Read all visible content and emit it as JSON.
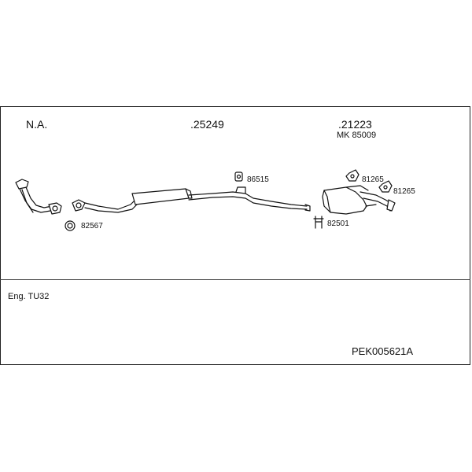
{
  "parts": {
    "na_label": "N.A.",
    "center_pipe": ".25249",
    "rear_silencer": ".21223",
    "mounting_kit": "MK 85009",
    "gasket_front": "82567",
    "rubber_mount_1": "86515",
    "clamp_rear": "82501",
    "rubber_mount_2": "81265",
    "rubber_mount_3": "81265"
  },
  "engine": "Eng. TU32",
  "kit_code": "PEK005621A"
}
